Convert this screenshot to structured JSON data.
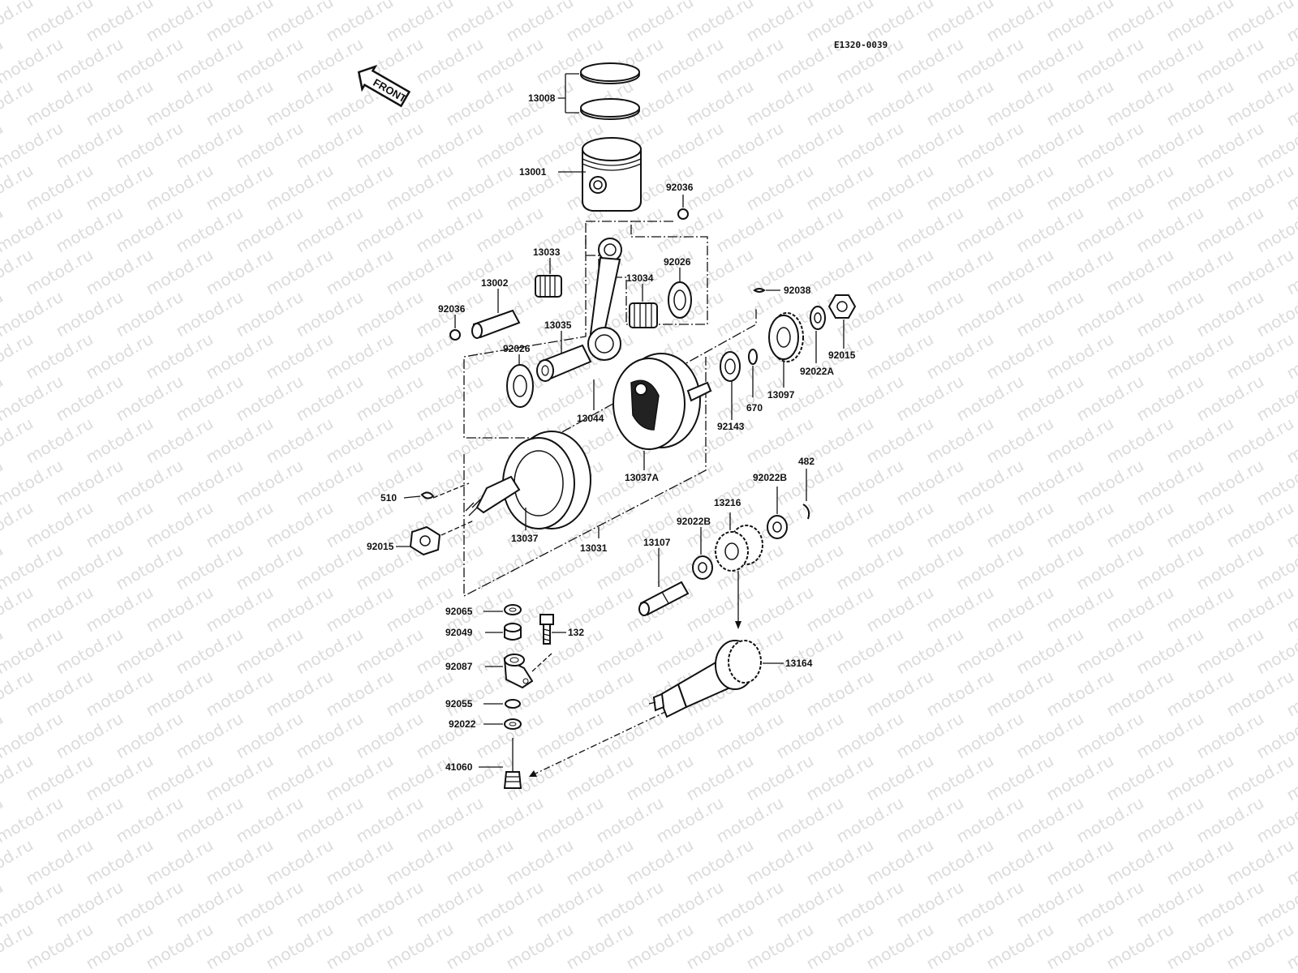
{
  "diagram_code": "E1320-0039",
  "front_arrow_label": "FRONT",
  "watermark_text": "motod.ru",
  "part_labels": {
    "p13008": "13008",
    "p13001": "13001",
    "p92036_top": "92036",
    "p13033": "13033",
    "p13002": "13002",
    "p92036_left": "92036",
    "p13034": "13034",
    "p92026_right": "92026",
    "p92038": "92038",
    "p92015_right": "92015",
    "p13035": "13035",
    "p92026_left": "92026",
    "p92022A": "92022A",
    "p13097": "13097",
    "p670": "670",
    "p92143": "92143",
    "p13044": "13044",
    "p13037A": "13037A",
    "p482": "482",
    "p92022B_top": "92022B",
    "p13216": "13216",
    "p92022B_mid": "92022B",
    "p510": "510",
    "p92015_left": "92015",
    "p13037": "13037",
    "p13031": "13031",
    "p13107": "13107",
    "p92065": "92065",
    "p92049": "92049",
    "p132": "132",
    "p92087": "92087",
    "p13164": "13164",
    "p92055": "92055",
    "p92022": "92022",
    "p41060": "41060"
  }
}
